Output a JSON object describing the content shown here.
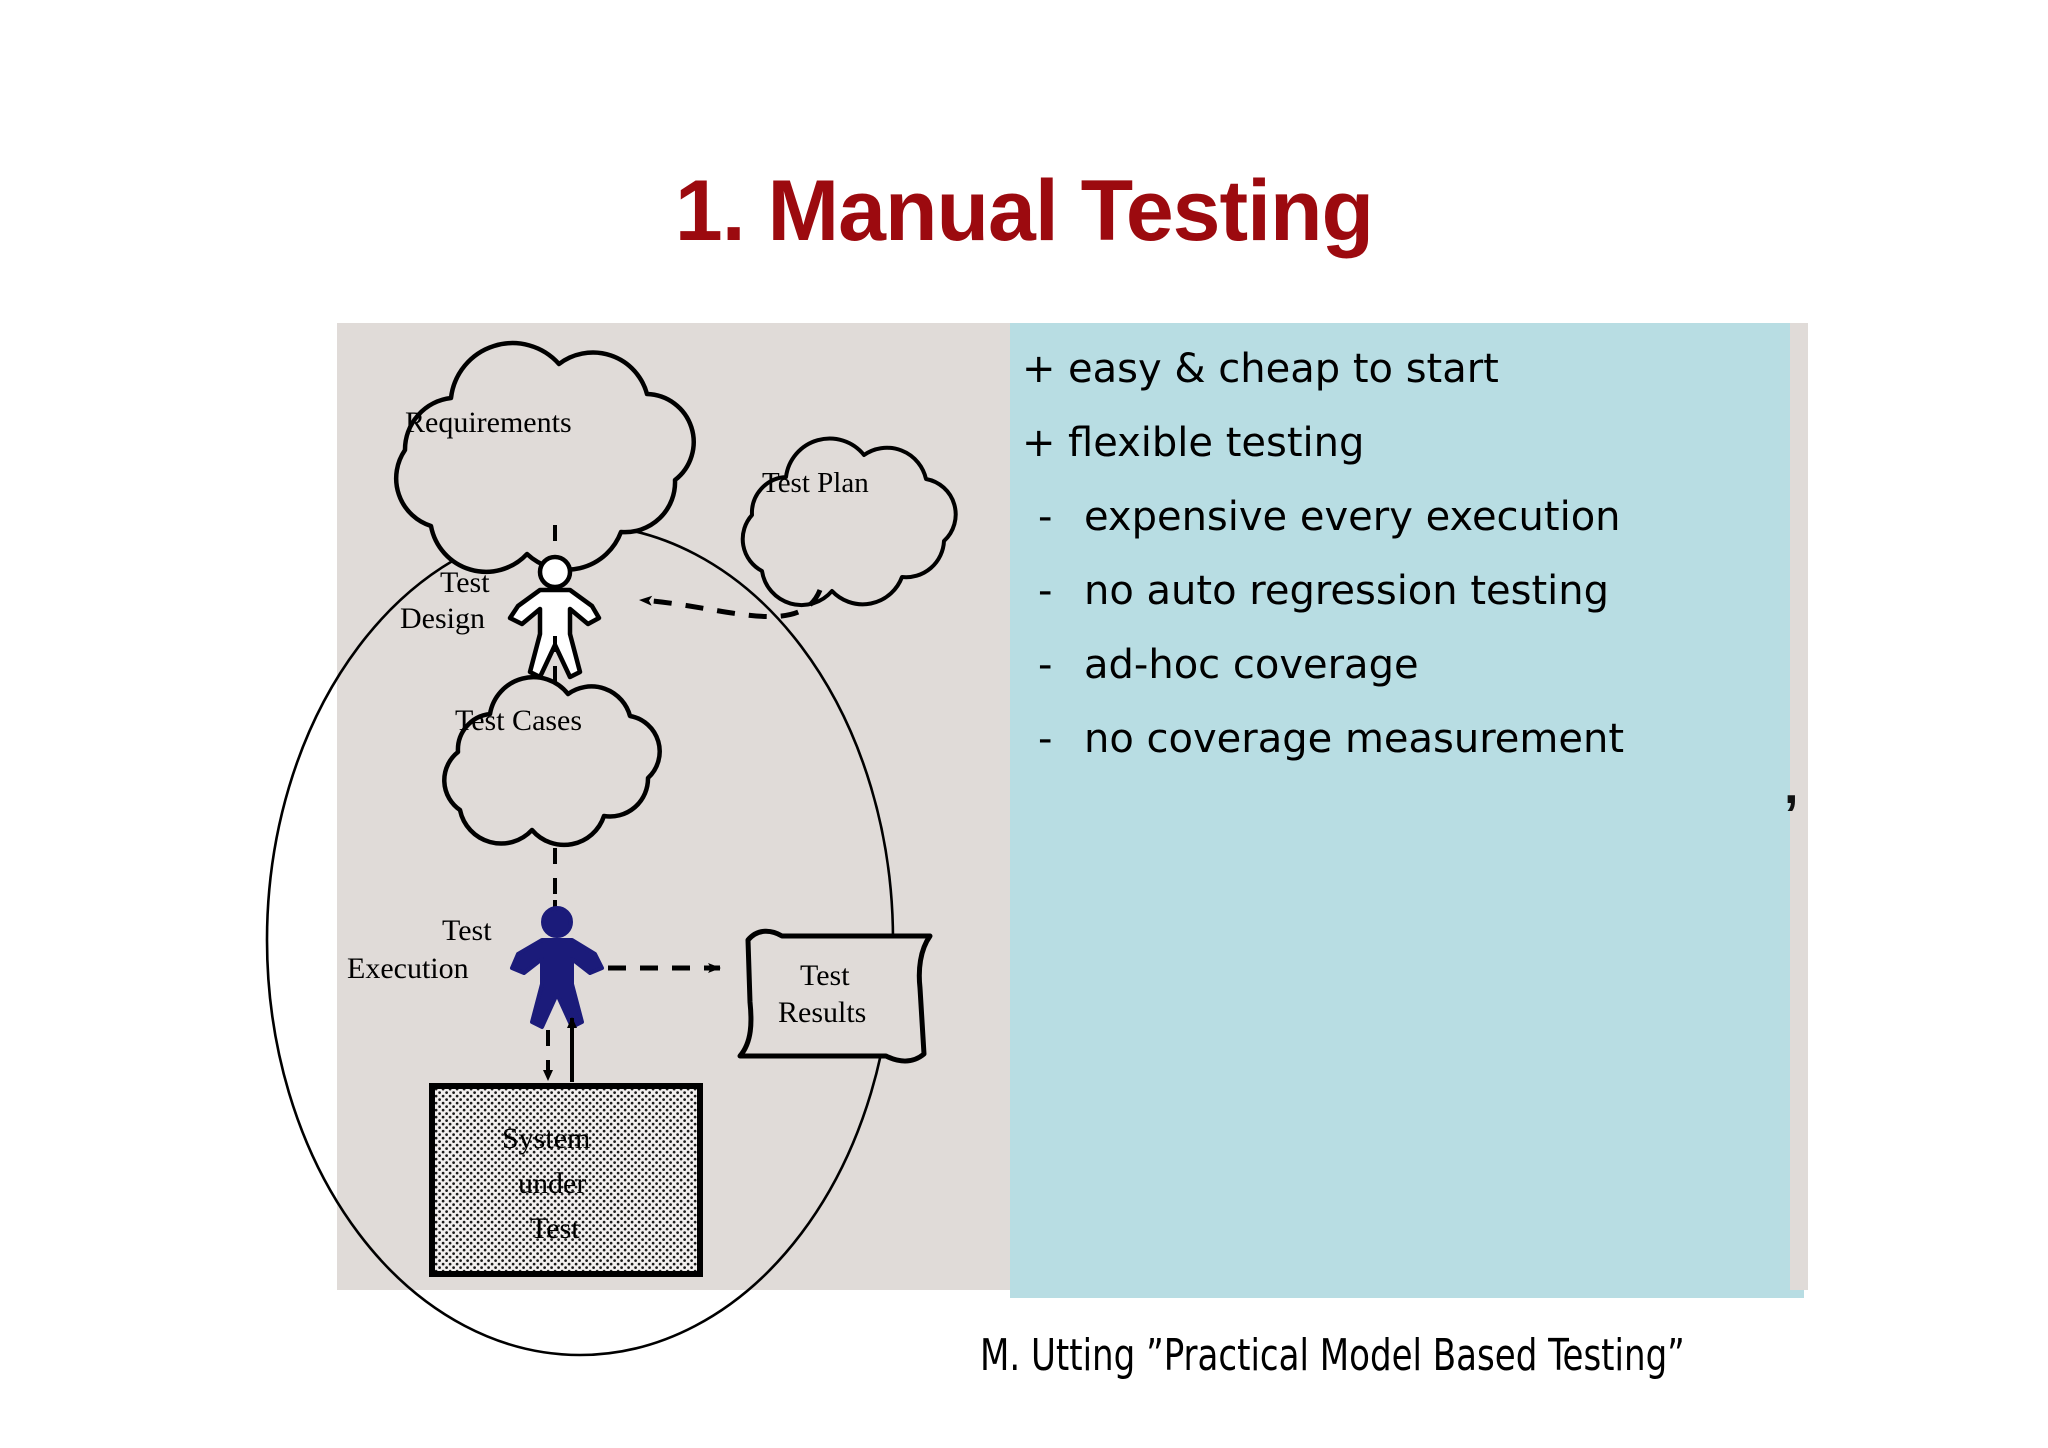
{
  "slide": {
    "title": "1. Manual Testing",
    "title_color": "#9c0a0f",
    "background": "#ffffff"
  },
  "panels": {
    "diagram_panel_color": "#e0dbd8",
    "pros_cons_panel_color": "#b8dde3"
  },
  "pros_cons": {
    "items": [
      {
        "sign": "+",
        "text": "easy & cheap to start"
      },
      {
        "sign": "+",
        "text": "flexible testing"
      },
      {
        "sign": "-",
        "text": "expensive every execution"
      },
      {
        "sign": "-",
        "text": "no auto regression testing"
      },
      {
        "sign": "-",
        "text": "ad-hoc coverage"
      },
      {
        "sign": "-",
        "text": "no coverage measurement"
      }
    ]
  },
  "stray_mark": ",",
  "citation": "M. Utting ”Practical Model Based Testing”",
  "diagram": {
    "nodes": {
      "requirements": "Requirements",
      "test_plan": "Test Plan",
      "test_design_line1": "Test",
      "test_design_line2": "Design",
      "test_cases": "Test Cases",
      "test_execution_line1": "Test",
      "test_execution_line2": "Execution",
      "test_results_line1": "Test",
      "test_results_line2": "Results",
      "system_under_test_line1": "System",
      "system_under_test_line2": "under",
      "system_under_test_line3": "Test"
    },
    "actor_colors": {
      "test_design_actor": "#ffffff",
      "test_execution_actor": "#1b1b7a"
    },
    "sut_fill": "stippled-dots"
  }
}
